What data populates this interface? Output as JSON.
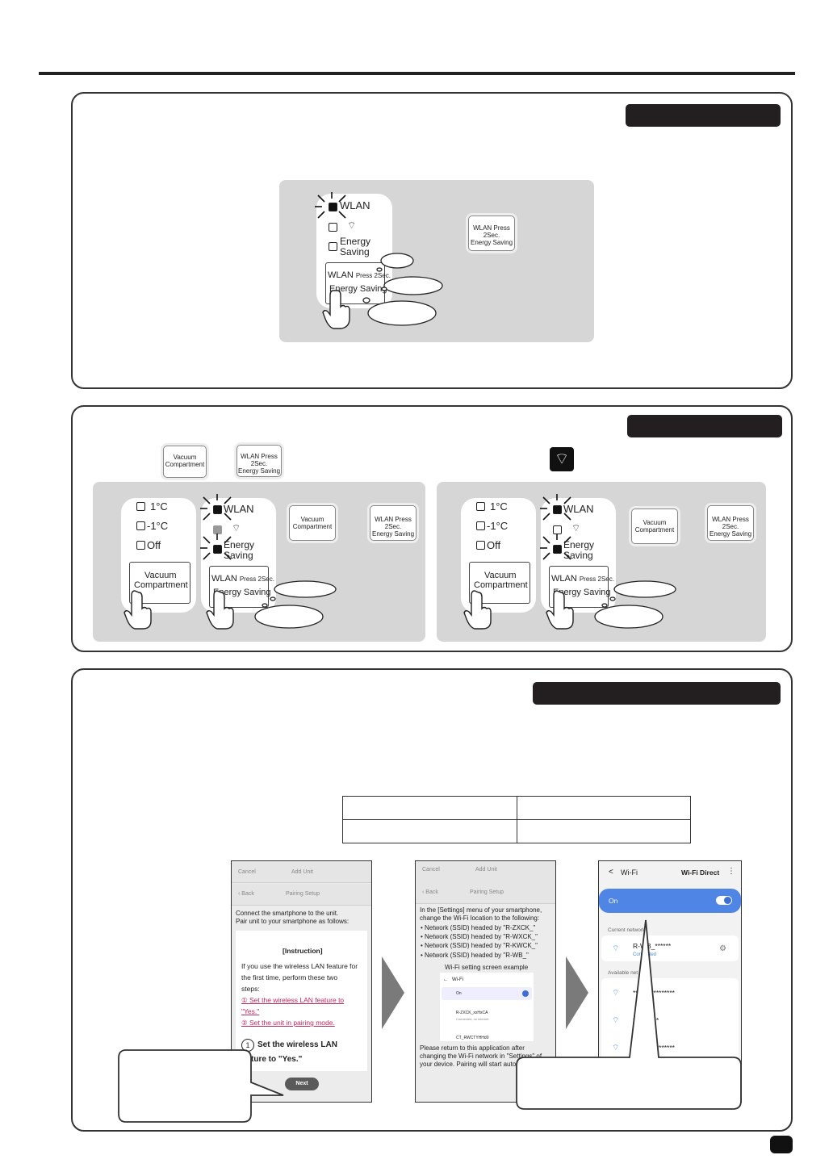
{
  "panel": {
    "wlan": "WLAN",
    "energy_saving_1": "Energy",
    "energy_saving_2": "Saving",
    "button_wlan": "WLAN",
    "button_press": "Press 2Sec.",
    "button_energy": "Energy Saving",
    "temp_1": "1°C",
    "temp_minus1": "-1°C",
    "temp_off": "Off",
    "vacuum_1": "Vacuum",
    "vacuum_2": "Compartment"
  },
  "key_buttons": {
    "wlan_line": "WLAN Press 2Sec.",
    "energy_line": "Energy Saving",
    "vacuum_line1": "Vacuum",
    "vacuum_line2": "Compartment"
  },
  "phone1": {
    "cancel": "Cancel",
    "title": "Add Unit",
    "back": "Back",
    "subtitle": "Pairing Setup",
    "intro_1": "Connect the smartphone to the unit.",
    "intro_2": "Pair unit to your smartphone as follows:",
    "instruction": "[Instruction]",
    "body_1": "If you use the wireless LAN feature for",
    "body_2": "the first time, perform these two",
    "body_3": "steps:",
    "step1a": "① Set the wireless LAN feature to",
    "step1b": "\"Yes.\"",
    "step2": "② Set the unit in pairing mode.",
    "step_num": "1",
    "step_big_1": "Set the wireless LAN",
    "step_big_2": "ture to \"Yes.\"",
    "next": "Next"
  },
  "phone2": {
    "cancel": "Cancel",
    "title": "Add Unit",
    "back": "Back",
    "subtitle": "Pairing Setup",
    "line_1": "In the [Settings] menu of your smartphone,",
    "line_2": "change the Wi-Fi location to the following:",
    "ssid_1": "• Network (SSID) headed by \"R-ZXCK_\"",
    "ssid_2": "• Network (SSID) headed by \"R-WXCK_\"",
    "ssid_3": "• Network (SSID) headed by \"R-KWCK_\"",
    "ssid_4": "• Network (SSID) headed by \"R-WB_\"",
    "example": "Wi-Fi setting screen example",
    "mini_wifi": "Wi-Fi",
    "mini_on": "On",
    "mini_net": "R-ZXCK_xxHxCA",
    "mini_net_sub": "Connected, no internet",
    "mini_net2": "CT_RWCTYHHd0",
    "after_1": "Please return to this application after",
    "after_2": "changing the Wi-Fi network in \"Settings\" of",
    "after_3": "your device. Pairing will start auto"
  },
  "phone3": {
    "back_arrow": "<",
    "wifi": "Wi-Fi",
    "wifi_direct": "Wi-Fi Direct",
    "on": "On",
    "current": "Current network",
    "net_name": "R-WB_******",
    "connected": "Connected",
    "available": "Available net   rks",
    "net_a": "**   *************",
    "net_b": "**   *******",
    "net_c": "**   *************"
  }
}
